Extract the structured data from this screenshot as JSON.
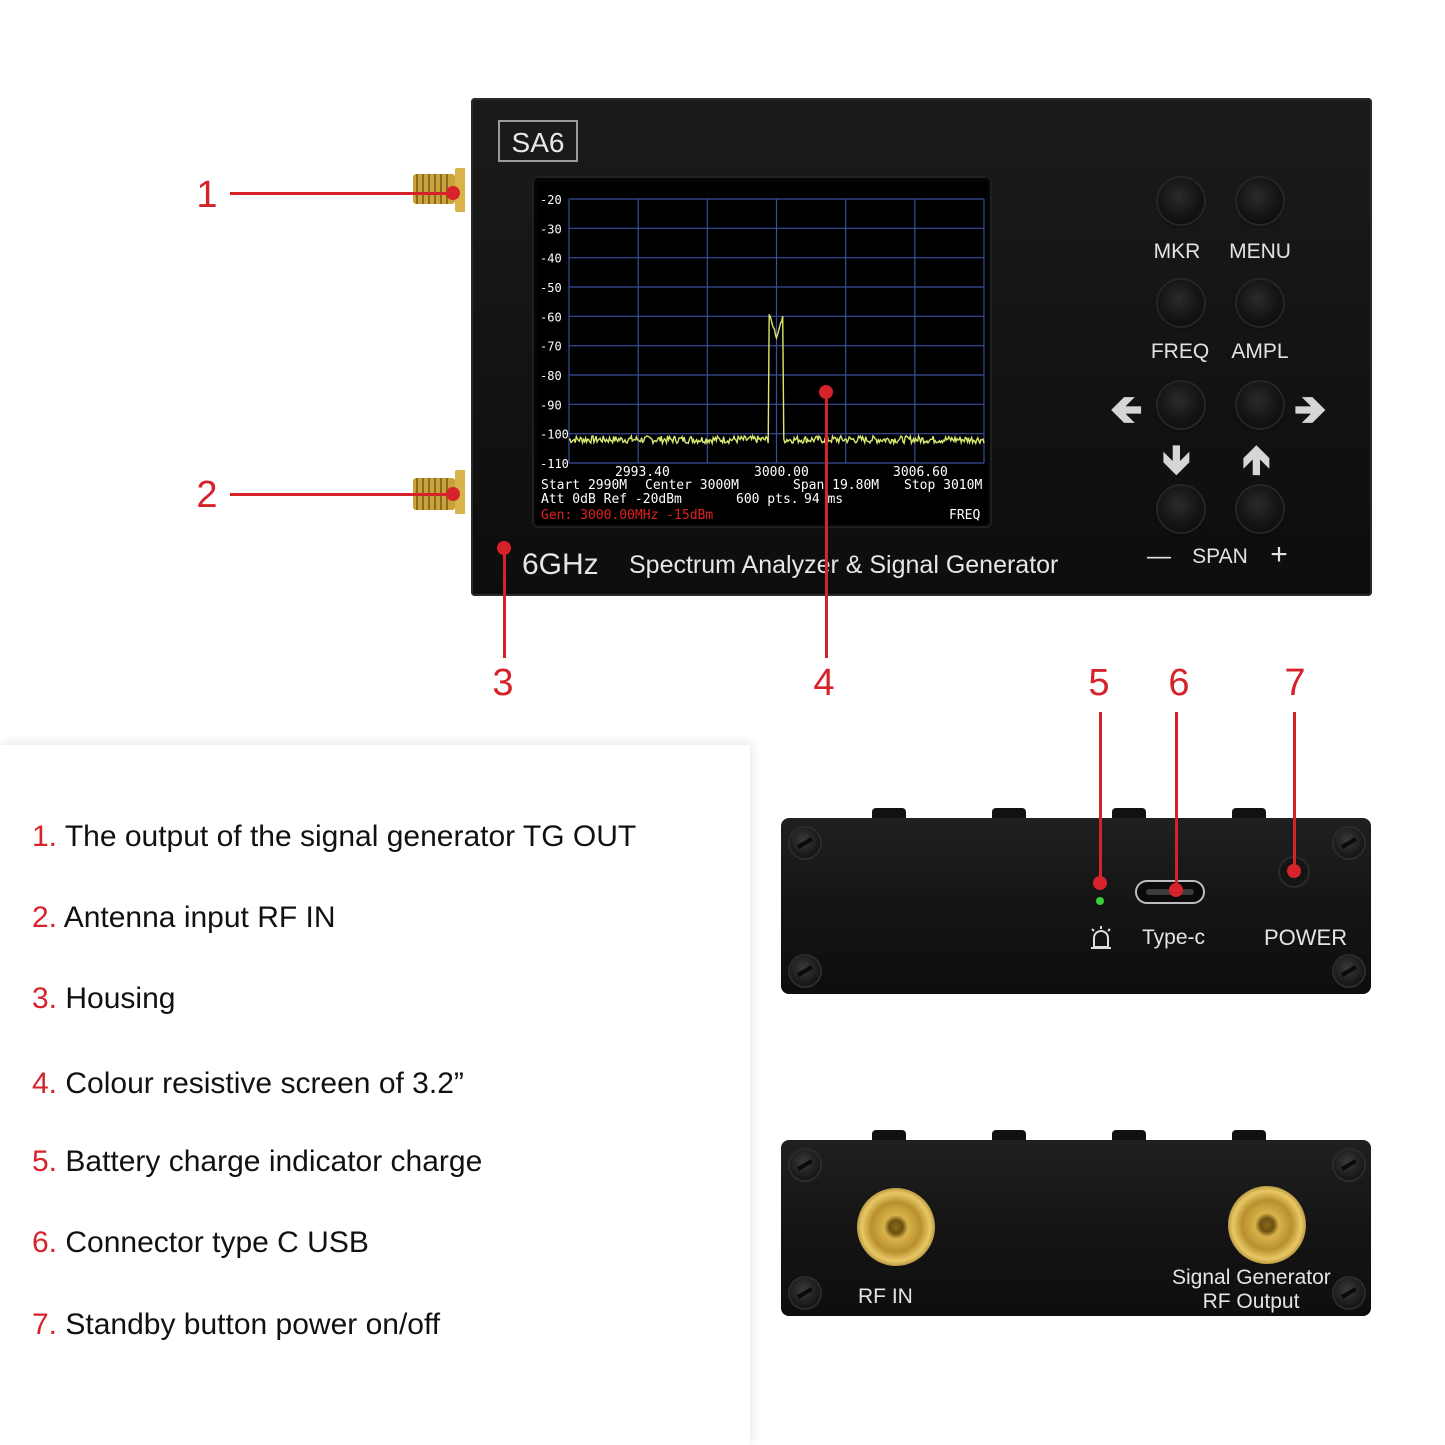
{
  "device": {
    "model": "SA6",
    "brand": "6GHz",
    "tagline": "Spectrum Analyzer & Signal Generator",
    "buttons": {
      "mkr": "MKR",
      "menu": "MENU",
      "freq": "FREQ",
      "ampl": "AMPL",
      "span_minus": "—",
      "span": "SPAN",
      "span_plus": "+"
    }
  },
  "screen": {
    "y_ticks": [
      "-20",
      "-30",
      "-40",
      "-50",
      "-60",
      "-70",
      "-80",
      "-90",
      "-100",
      "-110"
    ],
    "x_ticks": [
      "2993.40",
      "3000.00",
      "3006.60"
    ],
    "start": "Start 2990M",
    "center": "Center 3000M",
    "span": "Span 19.80M",
    "stop": "Stop 3010M",
    "att_ref": "Att 0dB Ref -20dBm",
    "points": "600 pts.",
    "sweep": "94 ms",
    "mode": "FREQ",
    "gen": "Gen: 3000.00MHz -15dBm",
    "peak_freq_mhz": 3000.0,
    "noise_floor_dbm": -102,
    "peak_dbm": -67,
    "trace_color": "#d8e870",
    "grid_color": "#3a4e9c",
    "gen_color": "#e02020"
  },
  "callouts": [
    "1",
    "2",
    "3",
    "4",
    "5",
    "6",
    "7"
  ],
  "legend": [
    {
      "num": "1.",
      "text": "The output of the signal generator TG OUT"
    },
    {
      "num": "2.",
      "text": "Antenna input RF IN"
    },
    {
      "num": "3.",
      "text": "Housing"
    },
    {
      "num": "4.",
      "text": "Colour resistive screen of 3.2”"
    },
    {
      "num": "5.",
      "text": "Battery charge indicator charge"
    },
    {
      "num": "6.",
      "text": "Connector type C USB"
    },
    {
      "num": "7.",
      "text": "Standby button power on/off"
    }
  ],
  "top_side": {
    "typec": "Type-c",
    "power": "POWER",
    "led_color": "#3ad13a"
  },
  "bottom_side": {
    "rf_in": "RF   IN",
    "sg_line1": "Signal Generator",
    "sg_line2": "RF Output"
  },
  "colors": {
    "accent": "#d6222a",
    "housing": "#141414"
  }
}
